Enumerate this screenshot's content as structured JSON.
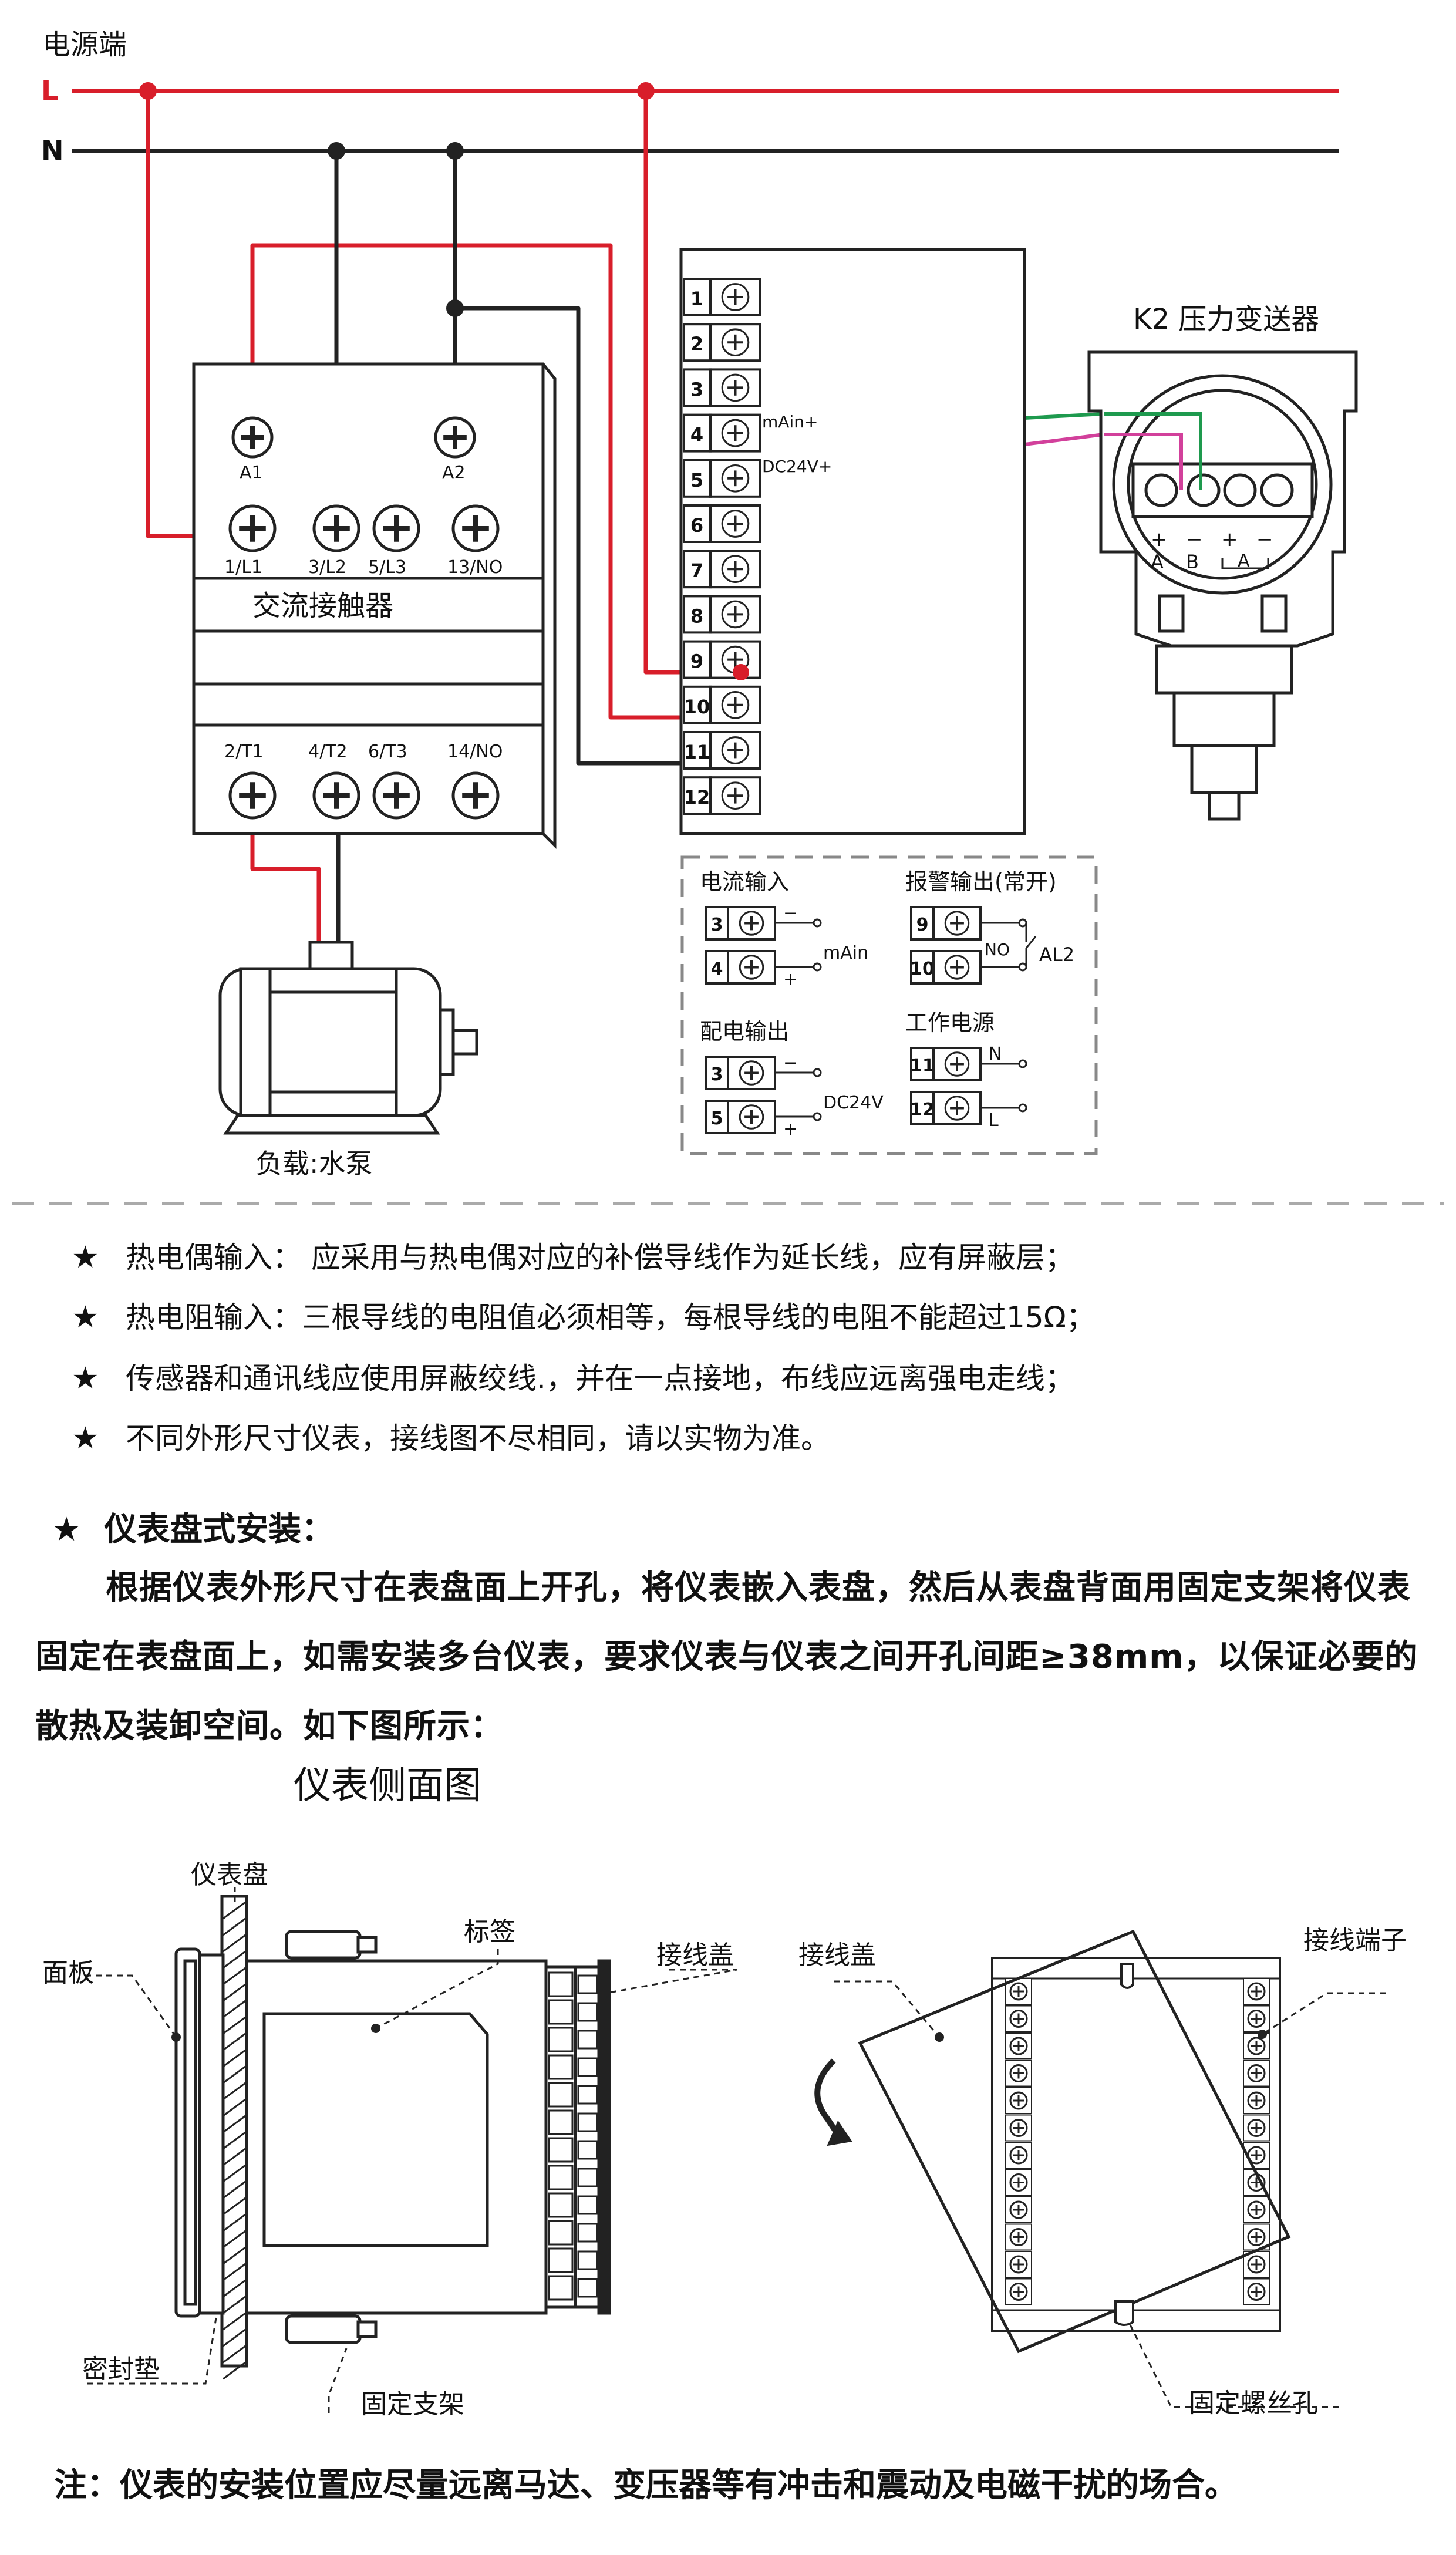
{
  "wiring": {
    "power_title": "电源端",
    "line_L": "L",
    "line_N": "N",
    "transmitter_title": "K2 压力变送器",
    "contactor_label": "交流接触器",
    "contactor_top_terminals": [
      "A1",
      "A2"
    ],
    "contactor_row1_labels": [
      "1/L1",
      "3/L2",
      "5/L3",
      "13/NO"
    ],
    "contactor_row2_labels": [
      "2/T1",
      "4/T2",
      "6/T3",
      "14/NO"
    ],
    "load_label": "负载:水泵",
    "terminal_numbers": [
      "1",
      "2",
      "3",
      "4",
      "5",
      "6",
      "7",
      "8",
      "9",
      "10",
      "11",
      "12"
    ],
    "signal_mA": "mAin+",
    "signal_dc": "DC24V+",
    "transmitter_terminals": [
      "+",
      "−",
      "+",
      "−"
    ],
    "transmitter_terminal_labels": [
      "A",
      "B"
    ],
    "transmitter_bracket_label": "A",
    "legend": {
      "current_input": {
        "title": "电流输入",
        "pins": [
          "3",
          "4"
        ],
        "signs": [
          "−",
          "+"
        ],
        "label": "mAin"
      },
      "alarm_output": {
        "title": "报警输出(常开)",
        "pins": [
          "9",
          "10"
        ],
        "no": "NO",
        "label": "AL2"
      },
      "power_distribution": {
        "title": "配电输出",
        "pins": [
          "3",
          "5"
        ],
        "signs": [
          "−",
          "+"
        ],
        "label": "DC24V"
      },
      "work_power": {
        "title": "工作电源",
        "pins": [
          "11",
          "12"
        ],
        "signs": [
          "N",
          "L"
        ]
      }
    }
  },
  "notes": [
    "热电偶输入：  应采用与热电偶对应的补偿导线作为延长线，应有屏蔽层；",
    "热电阻输入：三根导线的电阻值必须相等，每根导线的电阻不能超过15Ω；",
    "传感器和通讯线应使用屏蔽绞线.，并在一点接地，布线应远离强电走线；",
    "不同外形尺寸仪表，接线图不尽相同，请以实物为准。"
  ],
  "star_symbol": "★",
  "install": {
    "title": "仪表盘式安装：",
    "paragraph": "根据仪表外形尺寸在表盘面上开孔，将仪表嵌入表盘，然后从表盘背面用固定支架将仪表固定在表盘面上，如需安装多台仪表，要求仪表与仪表之间开孔间距≥38mm，以保证必要的散热及装卸空间。如下图所示：",
    "side_view_title": "仪表侧面图",
    "labels": {
      "panel": "仪表盘",
      "face": "面板",
      "tag": "标签",
      "cover_left": "接线盖",
      "seal": "密封垫",
      "bracket": "固定支架",
      "cover_right": "接线盖",
      "terminal": "接线端子",
      "screw_hole": "固定螺丝孔"
    }
  },
  "final_note": "注：仪表的安装位置应尽量远离马达、变压器等有冲击和震动及电磁干扰的场合。",
  "colors": {
    "red": "#d81e2a",
    "green": "#1e9a4e",
    "magenta": "#d2409b",
    "dark": "#222222"
  }
}
